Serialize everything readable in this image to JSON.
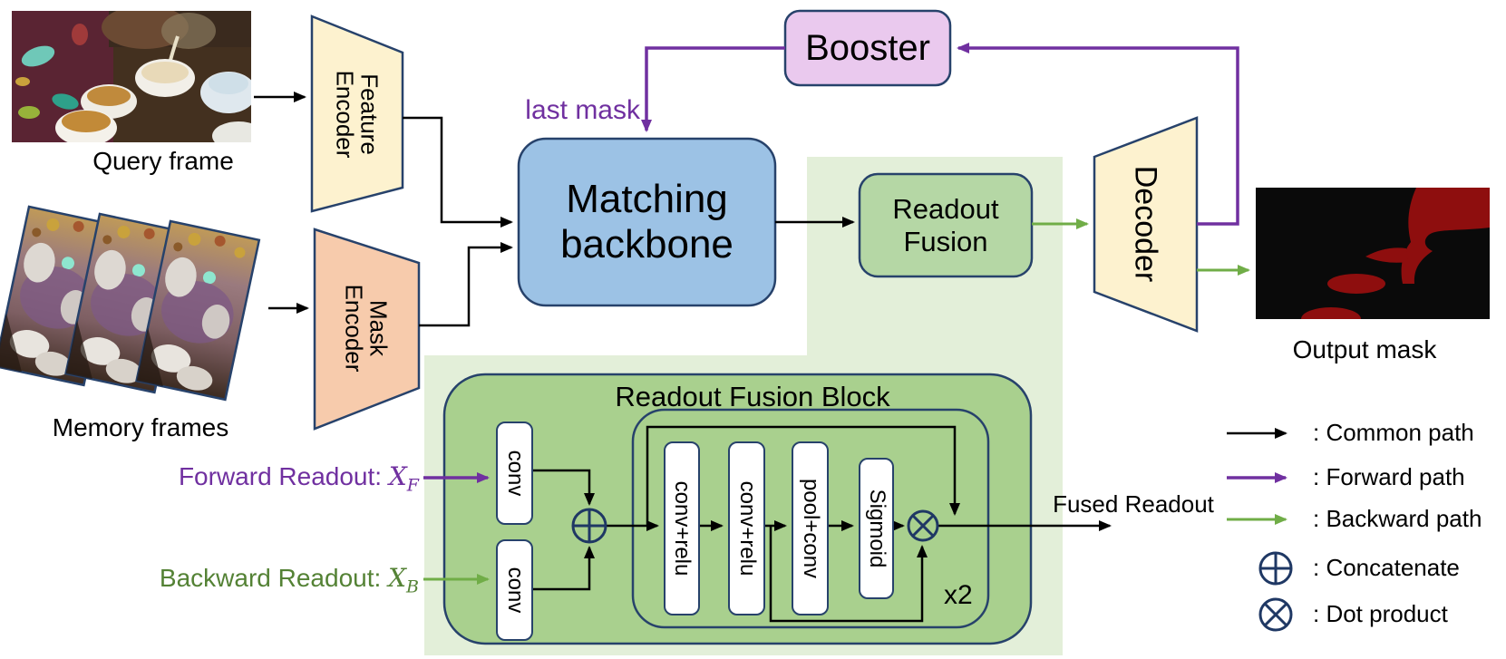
{
  "diagram": {
    "inputs": {
      "query_frame_label": "Query frame",
      "memory_frames_label": "Memory frames"
    },
    "nodes": {
      "feature_encoder": {
        "line1": "Feature",
        "line2": "Encoder"
      },
      "mask_encoder": {
        "line1": "Mask",
        "line2": "Encoder"
      },
      "matching_backbone": {
        "line1": "Matching",
        "line2": "backbone"
      },
      "booster": {
        "label": "Booster"
      },
      "readout_fusion": {
        "line1": "Readout",
        "line2": "Fusion"
      },
      "decoder": {
        "label": "Decoder"
      }
    },
    "annotations": {
      "last_mask": "last mask",
      "output_mask": "Output mask",
      "fused_readout": "Fused Readout",
      "forward_readout": {
        "text": "Forward Readout: ",
        "var": "X",
        "sub": "F"
      },
      "backward_readout": {
        "text": "Backward Readout: ",
        "var": "X",
        "sub": "B"
      },
      "repeat": "x2"
    },
    "fusion_block": {
      "title": "Readout Fusion Block",
      "pills": [
        "conv",
        "conv",
        "conv+relu",
        "conv+relu",
        "pool+conv",
        "Sigmoid"
      ]
    },
    "legend": {
      "items": [
        {
          "icon": "common-path-arrow",
          "label": ": Common path",
          "color": "#000000"
        },
        {
          "icon": "forward-path-arrow",
          "label": ": Forward path",
          "color": "#7030a0"
        },
        {
          "icon": "backward-path-arrow",
          "label": ": Backward path",
          "color": "#70ad47"
        },
        {
          "icon": "concatenate-circle",
          "label": ": Concatenate",
          "color": "#1f3864"
        },
        {
          "icon": "dot-product-circle",
          "label": ": Dot product",
          "color": "#1f3864"
        }
      ]
    },
    "colors": {
      "forward_purple": "#7030a0",
      "backward_green": "#70ad47",
      "common_black": "#000000",
      "border_navy": "#27426b",
      "panel_light_green": "#e3efd9",
      "block_green": "#a9d08e",
      "readout_fusion_green": "#b5d7a5",
      "backbone_blue": "#9cc2e5",
      "booster_pink": "#eac9ee",
      "encoder_yellow": "#fdf2cf",
      "mask_encoder_orange": "#f7cbac",
      "mask_red": "#8e0e0e"
    }
  }
}
